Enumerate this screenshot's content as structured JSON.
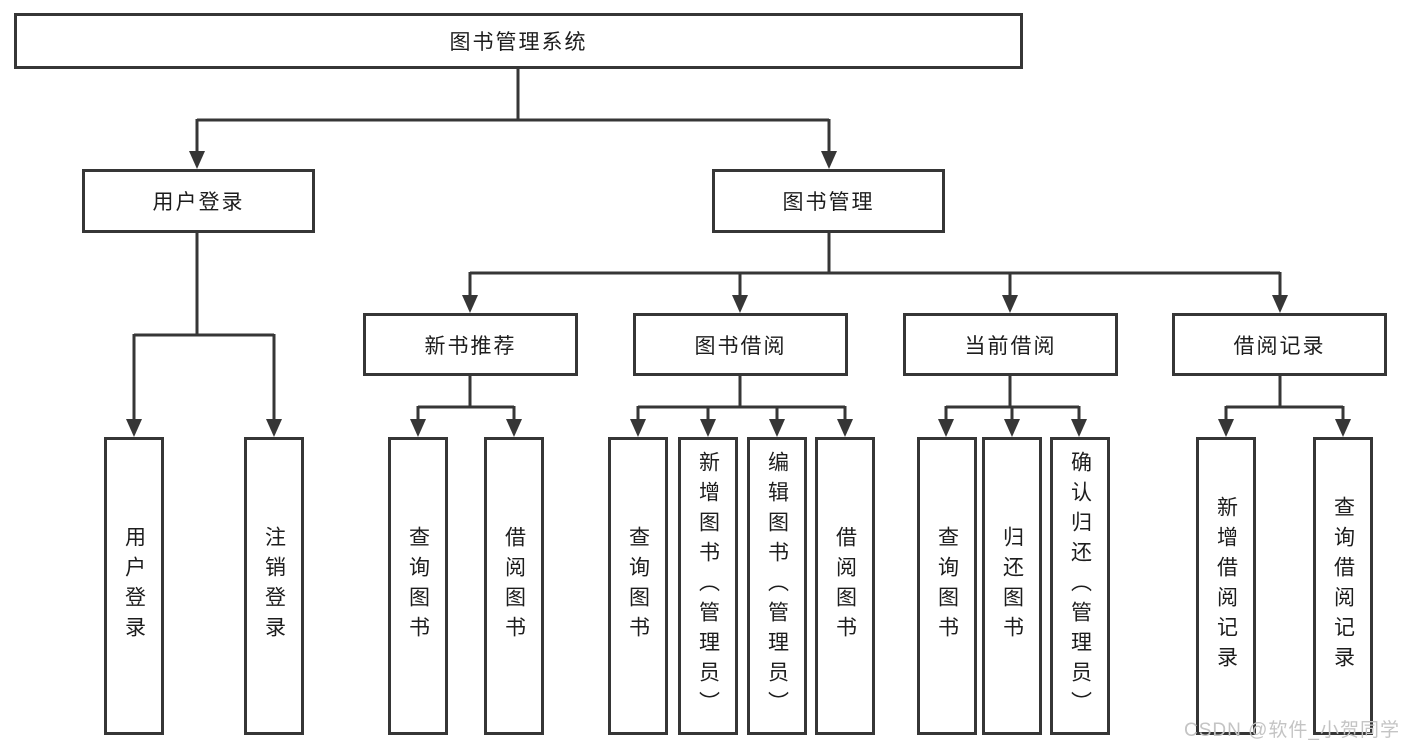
{
  "diagram": {
    "title": "图书管理系统",
    "branches": {
      "login": {
        "label": "用户登录",
        "children": [
          "用户登录",
          "注销登录"
        ]
      },
      "management": {
        "label": "图书管理",
        "sections": {
          "new_books": {
            "label": "新书推荐",
            "children": [
              "查询图书",
              "借阅图书"
            ]
          },
          "borrowing": {
            "label": "图书借阅",
            "children": [
              "查询图书",
              "新增图书（管理员）",
              "编辑图书（管理员）",
              "借阅图书"
            ]
          },
          "current": {
            "label": "当前借阅",
            "children": [
              "查询图书",
              "归还图书",
              "确认归还（管理员）"
            ]
          },
          "records": {
            "label": "借阅记录",
            "children": [
              "新增借阅记录",
              "查询借阅记录"
            ]
          }
        }
      }
    },
    "watermark": "CSDN @软件_小贺同学",
    "colors": {
      "box_border": "#363636",
      "connector": "#363636",
      "text": "#1d1d1d",
      "watermark_text": "#c4c4c4",
      "background": "#ffffff"
    }
  }
}
